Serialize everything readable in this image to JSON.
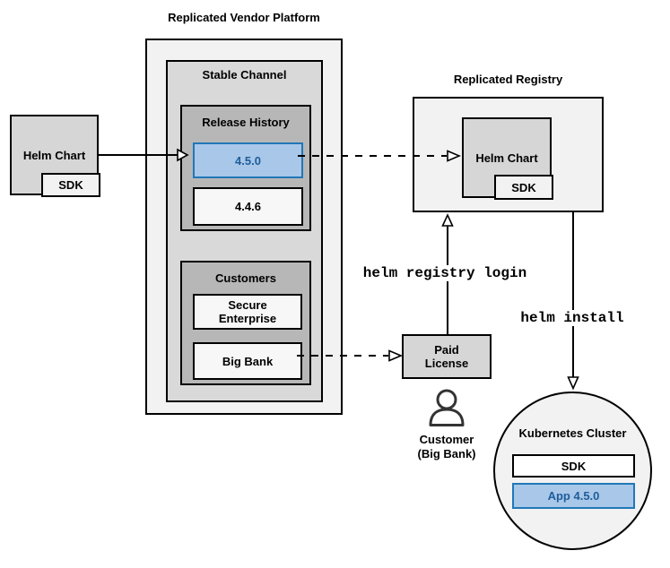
{
  "colors": {
    "highlight_fill": "#a9c7e8",
    "highlight_border": "#2177b8",
    "highlight_text": "#1d5d9b",
    "box_border": "#000000",
    "container_light_gray": "#f2f2f2",
    "container_medium_gray": "#d9d9d9",
    "container_dark_gray": "#b7b7b7",
    "gray_box": "#d6d6d6",
    "white_box": "#f7f7f7"
  },
  "platform": {
    "title": "Replicated Vendor Platform",
    "stable_channel": {
      "title": "Stable Channel",
      "release_history": {
        "title": "Release History",
        "releases": [
          {
            "version": "4.5.0"
          },
          {
            "version": "4.4.6"
          }
        ]
      },
      "customers": {
        "title": "Customers",
        "items": [
          {
            "name": "Secure\nEnterprise"
          },
          {
            "name": "Big Bank"
          }
        ]
      }
    }
  },
  "source_chart": {
    "label": "Helm Chart",
    "sdk_label": "SDK"
  },
  "registry": {
    "title": "Replicated Registry",
    "chart": {
      "label": "Helm Chart",
      "sdk_label": "SDK"
    }
  },
  "paid_license": {
    "label": "Paid\nLicense"
  },
  "customer": {
    "label": "Customer\n(Big Bank)"
  },
  "cluster": {
    "title": "Kubernetes Cluster",
    "sdk_label": "SDK",
    "app_label": "App 4.5.0"
  },
  "commands": {
    "registry_login": "helm registry login",
    "install": "helm install"
  }
}
